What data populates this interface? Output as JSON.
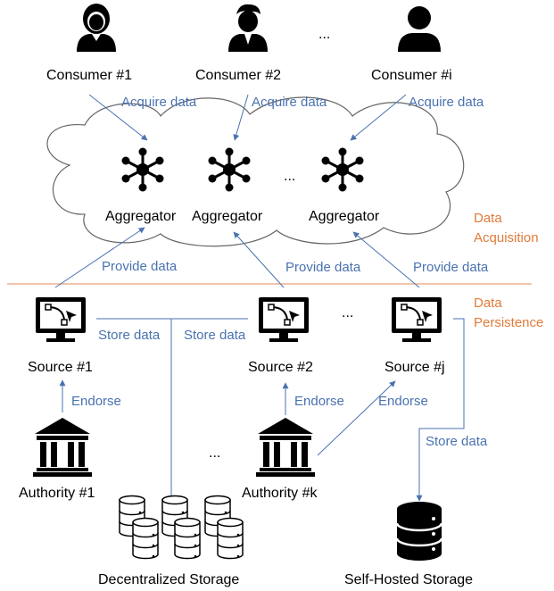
{
  "consumers": [
    {
      "label": "Consumer #1",
      "icon": "female-user-icon"
    },
    {
      "label": "Consumer #2",
      "icon": "male-user-icon"
    },
    {
      "label": "Consumer #i",
      "icon": "user-icon"
    }
  ],
  "consumer_ellipsis": "...",
  "acquire_label": "Acquire data",
  "aggregators": [
    "Aggregator",
    "Aggregator",
    "Aggregator"
  ],
  "aggregator_ellipsis": "...",
  "provide_label": "Provide data",
  "layers": {
    "acquisition": {
      "line1": "Data",
      "line2": "Acquisition"
    },
    "persistence": {
      "line1": "Data",
      "line2": "Persistence"
    }
  },
  "sources": [
    "Source #1",
    "Source #2",
    "Source #j"
  ],
  "source_ellipsis": "...",
  "store_label": "Store data",
  "endorse_label": "Endorse",
  "authorities": [
    "Authority #1",
    "Authority #k"
  ],
  "authority_ellipsis": "...",
  "storage": {
    "decentralized": "Decentralized Storage",
    "self_hosted": "Self-Hosted Storage"
  },
  "colors": {
    "arrow": "#4a72b0",
    "label_blue": "#4a72b0",
    "layer_orange": "#e07b39",
    "divider": "#e8a07a",
    "cloud_stroke": "#666666"
  }
}
